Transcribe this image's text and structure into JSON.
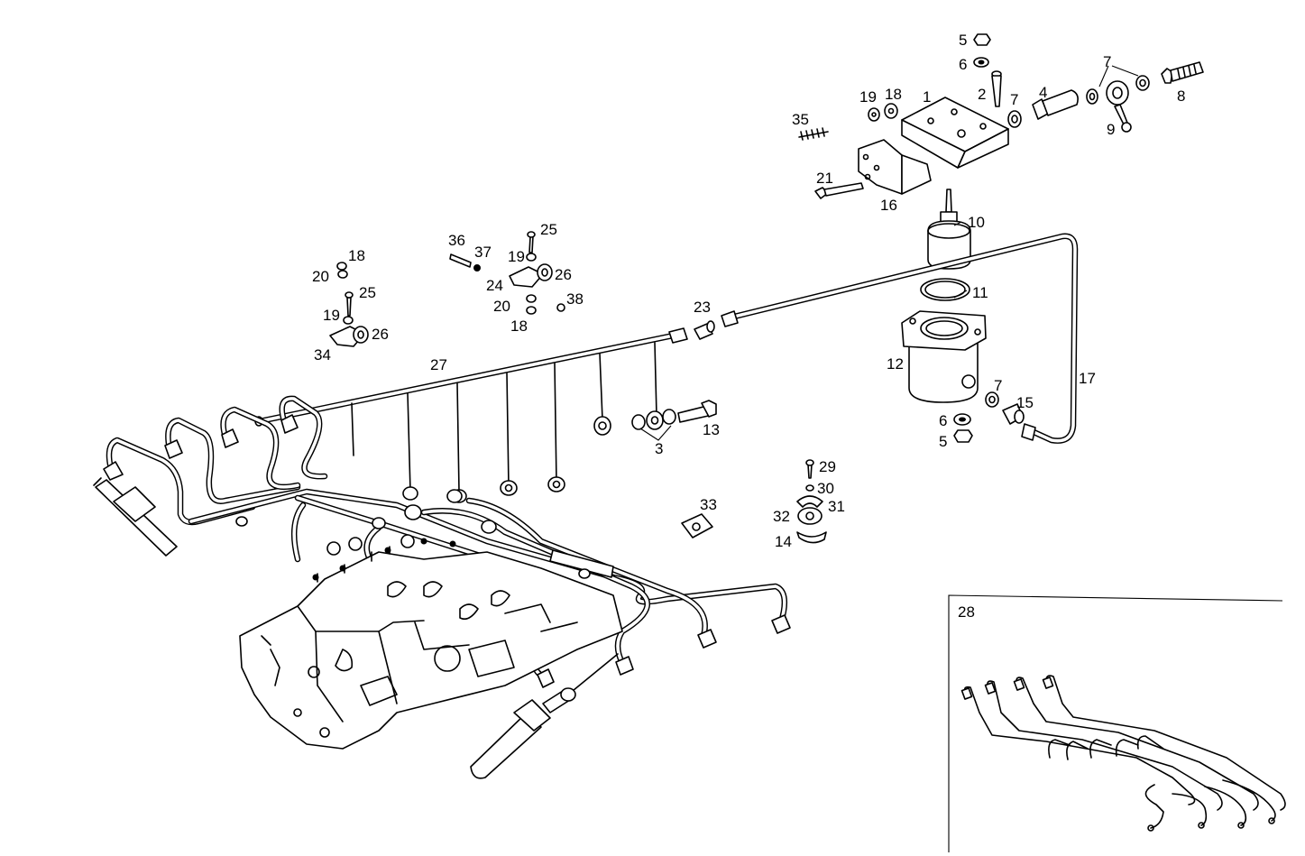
{
  "diagram": {
    "title": "",
    "part_labels": [
      "1",
      "2",
      "3",
      "4",
      "5",
      "6",
      "7",
      "8",
      "9",
      "10",
      "11",
      "12",
      "13",
      "14",
      "15",
      "16",
      "17",
      "18",
      "19",
      "20",
      "21",
      "23",
      "24",
      "25",
      "26",
      "27",
      "29",
      "30",
      "31",
      "32",
      "33",
      "34",
      "35",
      "36",
      "37",
      "38"
    ],
    "inset": {
      "label": "28"
    }
  },
  "labels": {
    "l5a": "5",
    "l6a": "6",
    "l19a": "19",
    "l18a": "18",
    "l1": "1",
    "l2": "2",
    "l7a": "7",
    "l4": "4",
    "l7b": "7",
    "l8": "8",
    "l9": "9",
    "l35": "35",
    "l21": "21",
    "l16": "16",
    "l10": "10",
    "l11": "11",
    "l12": "12",
    "l17": "17",
    "l7c": "7",
    "l15": "15",
    "l6b": "6",
    "l5b": "5",
    "l23": "23",
    "l13": "13",
    "l3": "3",
    "l27": "27",
    "l18b": "18",
    "l20a": "20",
    "l25a": "25",
    "l19b": "19",
    "l26a": "26",
    "l34": "34",
    "l36": "36",
    "l37": "37",
    "l25b": "25",
    "l19c": "19",
    "l26b": "26",
    "l24": "24",
    "l20b": "20",
    "l38": "38",
    "l18c": "18",
    "l29": "29",
    "l30": "30",
    "l31": "31",
    "l32": "32",
    "l14": "14",
    "l33": "33",
    "l28": "28"
  }
}
